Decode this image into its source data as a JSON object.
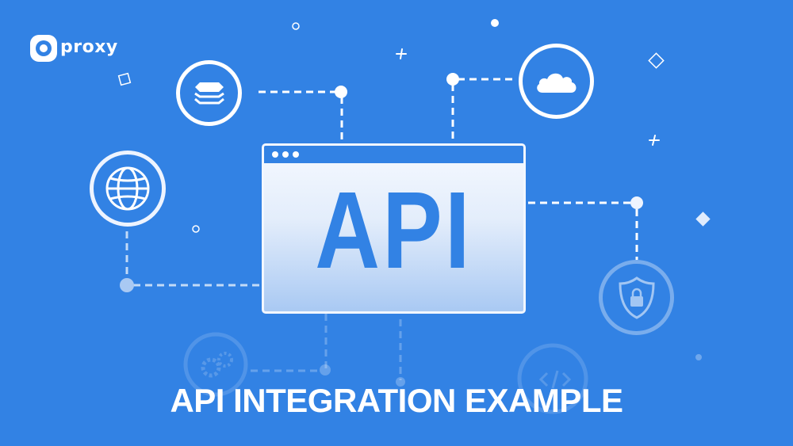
{
  "brand": {
    "logo_text": "proxy",
    "icon": "proxy-logo-icon"
  },
  "hero": {
    "window_title": "API",
    "window_dots": 3,
    "headline": "API INTEGRATION EXAMPLE"
  },
  "nodes": [
    {
      "name": "database-stack",
      "icon": "layers-icon"
    },
    {
      "name": "cloud",
      "icon": "cloud-icon"
    },
    {
      "name": "web-globe",
      "icon": "globe-icon"
    },
    {
      "name": "security",
      "icon": "shield-lock-icon"
    },
    {
      "name": "settings-faded",
      "icon": "gears-icon"
    },
    {
      "name": "code-faded",
      "icon": "code-icon"
    }
  ],
  "colors": {
    "background": "#3282e4",
    "foreground": "#ffffff",
    "window_gradient_bottom": "#a9c9f3"
  }
}
